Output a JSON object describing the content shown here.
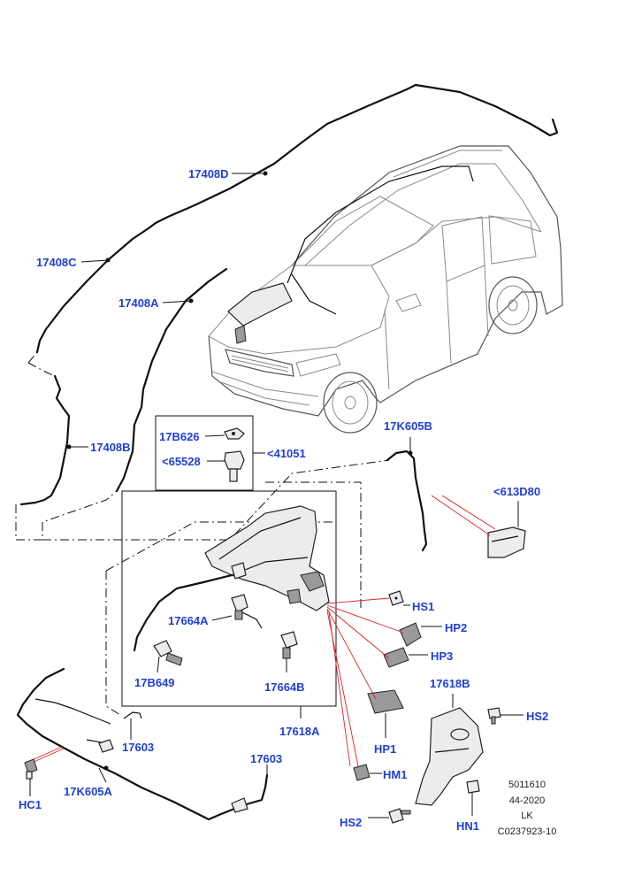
{
  "labels": {
    "l17408D": "17408D",
    "l17408C": "17408C",
    "l17408A": "17408A",
    "l17408B": "17408B",
    "l17B626": "17B626",
    "l65528": "<65528",
    "l41051": "<41051",
    "l17K605B": "17K605B",
    "l613D80": "<613D80",
    "lHS1": "HS1",
    "lHP2": "HP2",
    "lHP3": "HP3",
    "l17664A": "17664A",
    "l17B649": "17B649",
    "l17664B": "17664B",
    "l17618B": "17618B",
    "lHS2a": "HS2",
    "l17618A": "17618A",
    "lHP1": "HP1",
    "l17603a": "17603",
    "l17603b": "17603",
    "lHC1": "HC1",
    "l17K605A": "17K605A",
    "lHM1": "HM1",
    "lHS2b": "HS2",
    "lHN1": "HN1"
  },
  "reference": {
    "line1": "5011610",
    "line2": "44-2020",
    "line3": "LK",
    "line4": "C0237923-10"
  },
  "colors": {
    "label": "#1f3fd6",
    "leader_red": "#e02020",
    "line": "#111111"
  }
}
